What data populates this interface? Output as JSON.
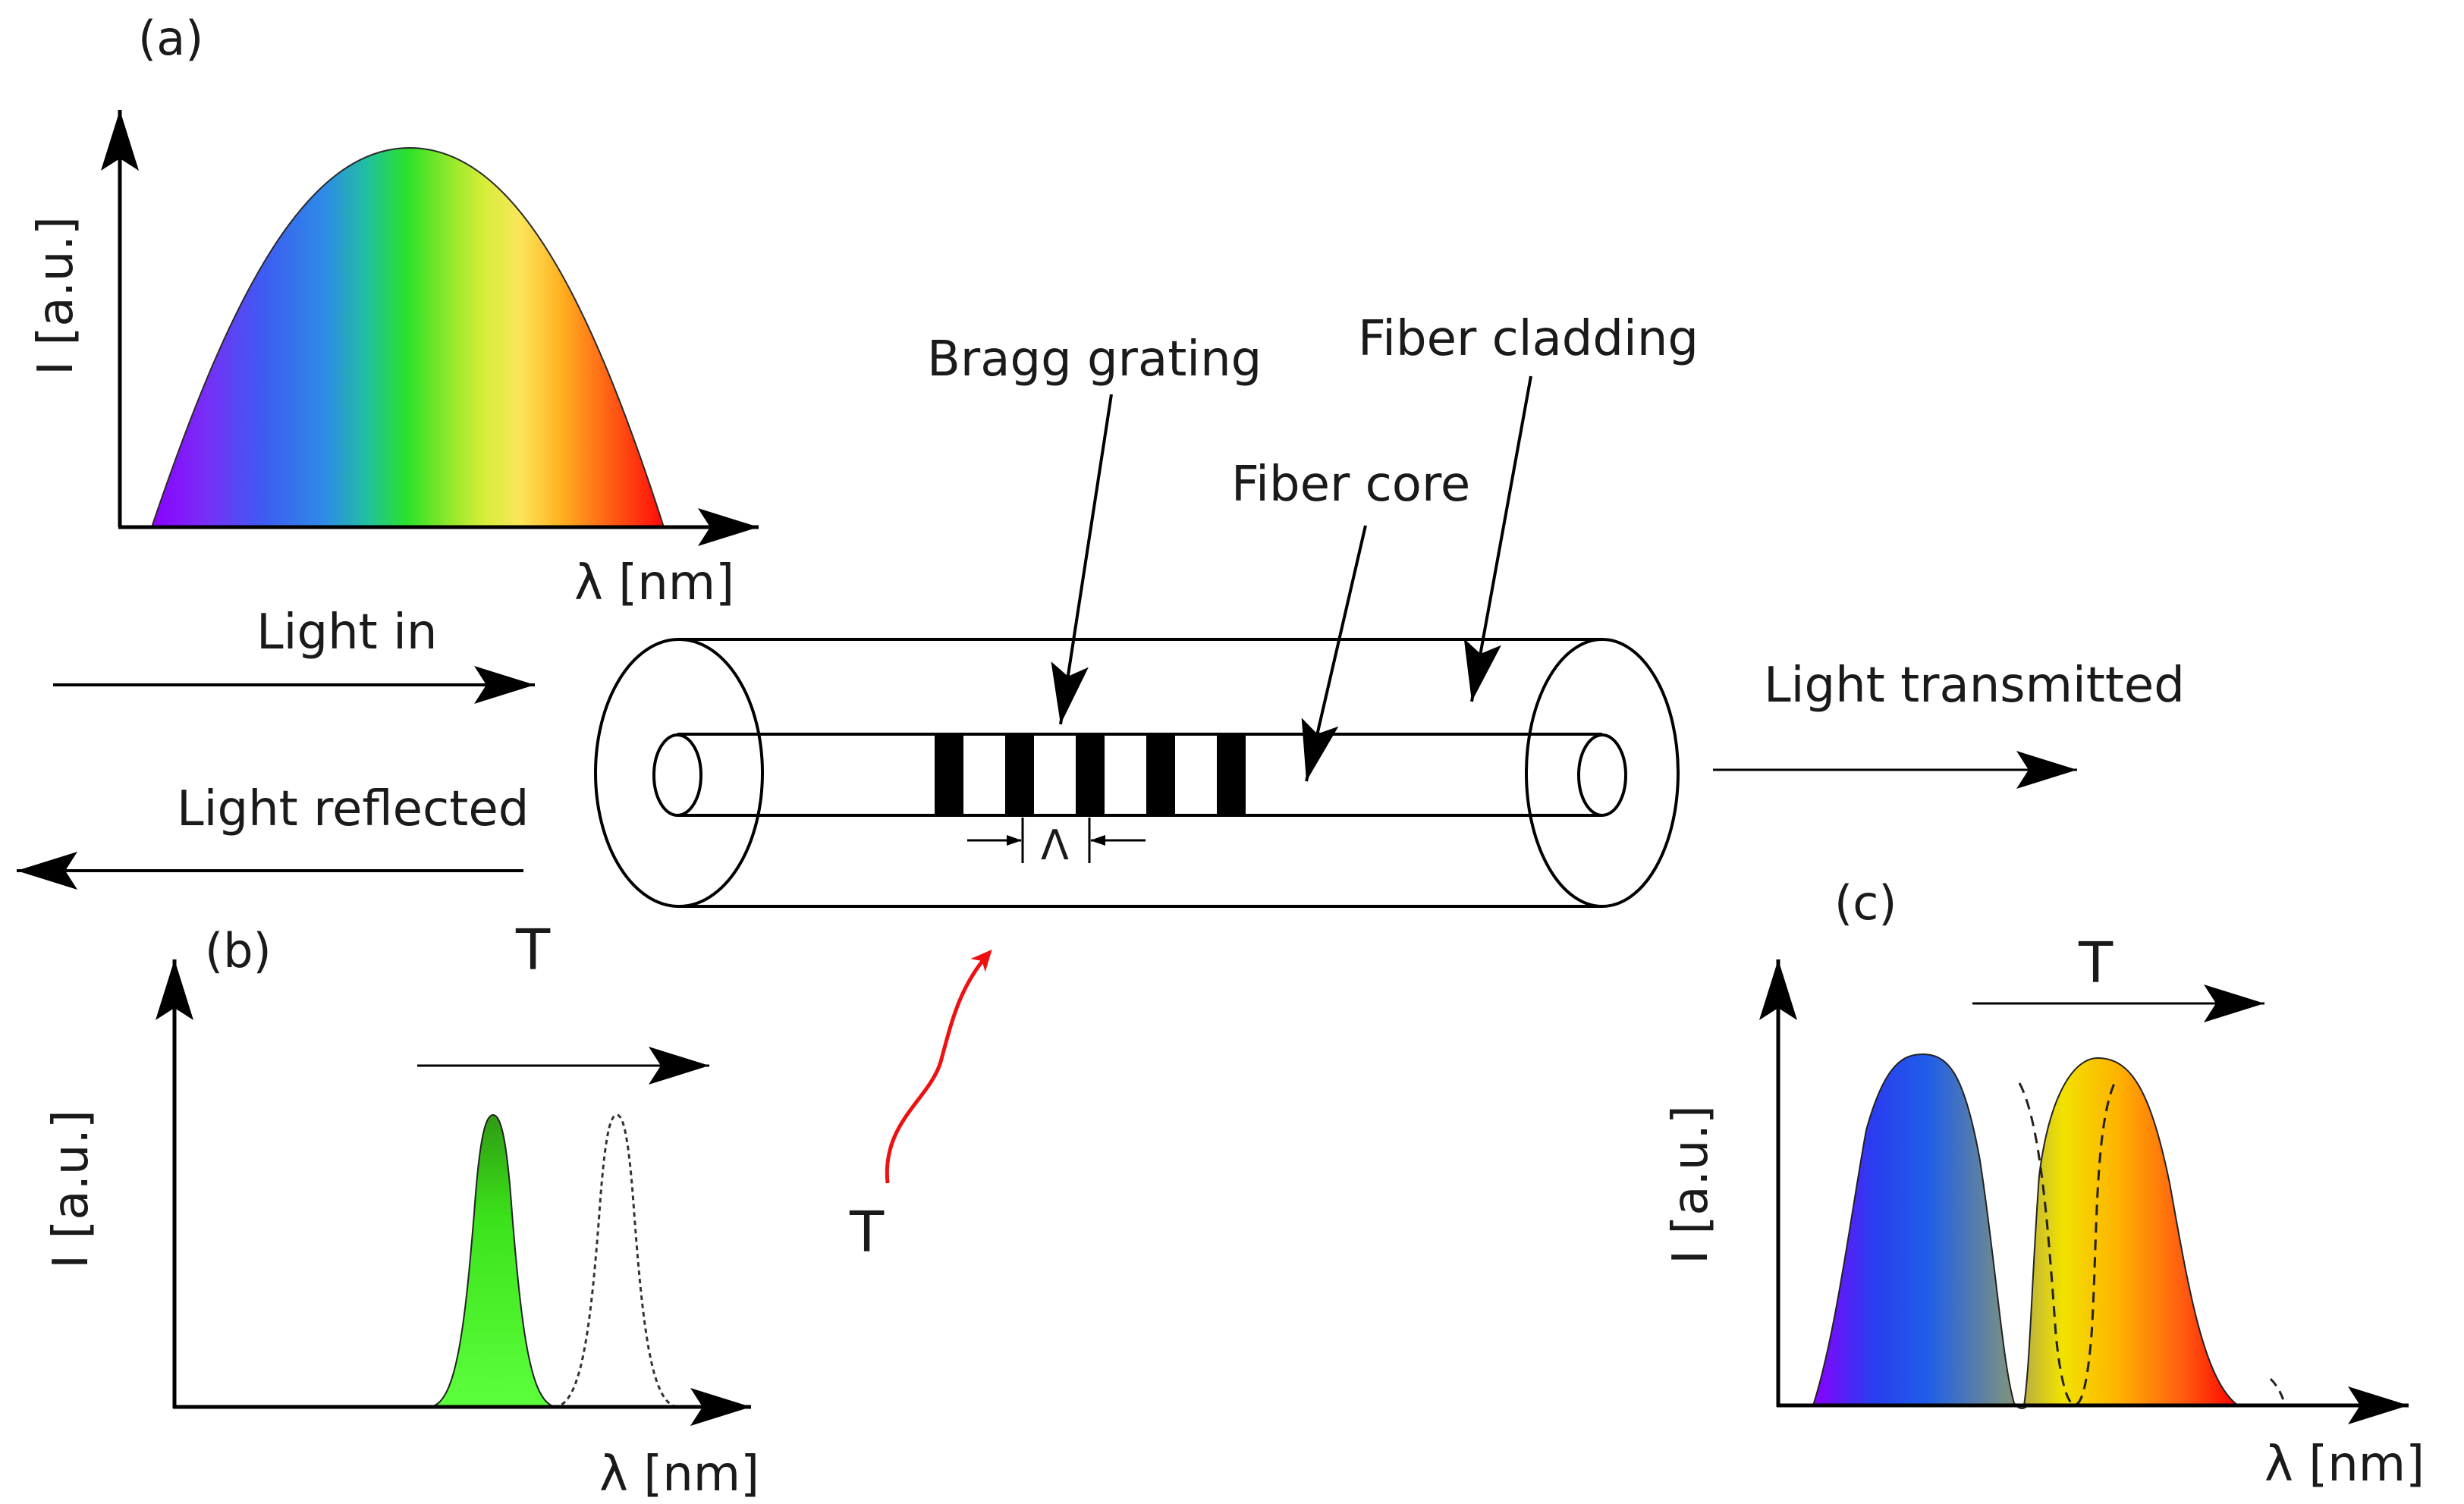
{
  "labels": {
    "panel_a": "(a)",
    "panel_b": "(b)",
    "panel_c": "(c)",
    "y_axis": "I [a.u.]",
    "x_axis": "λ [nm]",
    "light_in": "Light in",
    "light_reflected": "Light reflected",
    "light_transmitted": "Light transmitted",
    "bragg_grating": "Bragg grating",
    "fiber_cladding": "Fiber cladding",
    "fiber_core": "Fiber core",
    "period": "Λ",
    "temperature": "T"
  },
  "colors": {
    "outline": "#000000",
    "reflected_peak": "#3be21a",
    "temperature_arrow": "#ee1111",
    "spectrum": [
      "#8a00ff",
      "#2f63f5",
      "#1fb2e0",
      "#28e23c",
      "#e8f030",
      "#ffb61f",
      "#ff1010"
    ]
  }
}
